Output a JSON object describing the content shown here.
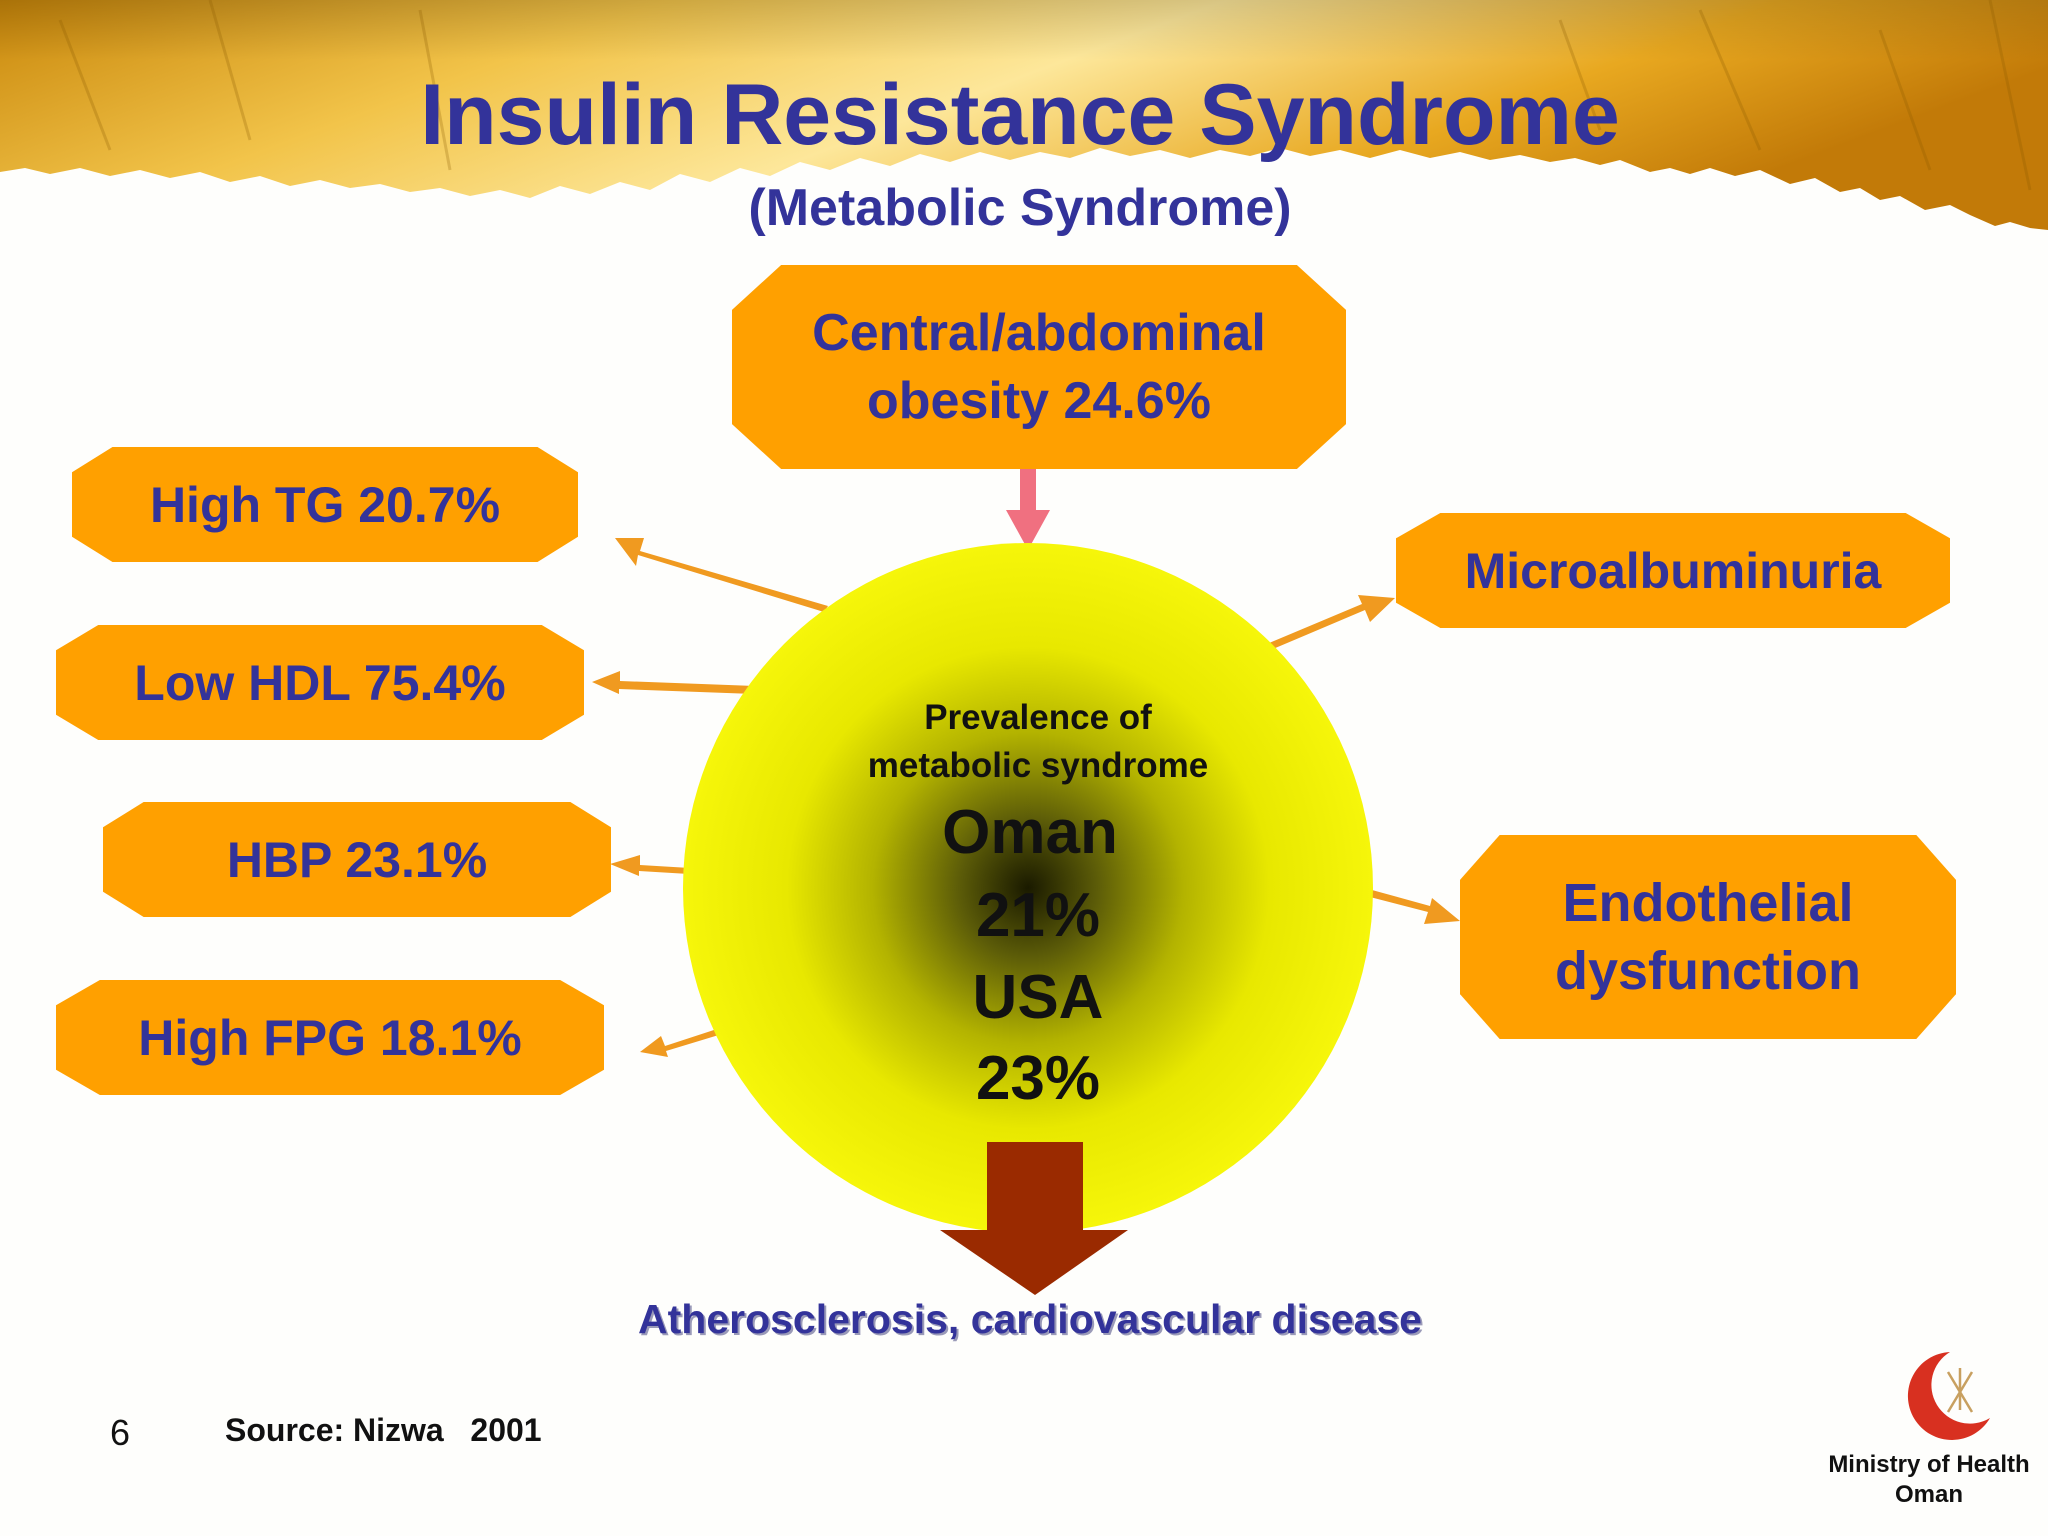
{
  "slide": {
    "title": "Insulin Resistance Syndrome",
    "subtitle": "(Metabolic Syndrome)",
    "page_number": "6",
    "source": "Source: Nizwa   2001",
    "ministry": [
      "Ministry of Health",
      "Oman"
    ]
  },
  "center": {
    "caption": [
      "Prevalence of",
      "metabolic syndrome"
    ],
    "oman_label": "Oman",
    "oman_value": "21%",
    "usa_label": "USA",
    "usa_value": "23%"
  },
  "nodes": {
    "obesity": [
      "Central/abdominal",
      "obesity 24.6%"
    ],
    "high_tg": "High TG 20.7%",
    "low_hdl": "Low HDL 75.4%",
    "hbp": "HBP 23.1%",
    "high_fpg": "High FPG 18.1%",
    "microalbuminuria": "Microalbuminuria",
    "endothelial": [
      "Endothelial",
      "dysfunction"
    ]
  },
  "outcome": "Atherosclerosis, cardiovascular disease",
  "colors": {
    "header_gold": "#e0a016",
    "box_fill": "#ffa000",
    "text_navy": "#33339a",
    "circle_yellow": "#f2f200",
    "down_arrow": "#9a2a00",
    "pink_arrow": "#f07080",
    "logo_red": "#d83020"
  },
  "icons": {
    "logo": "oman-emblem-crescent-icon"
  }
}
